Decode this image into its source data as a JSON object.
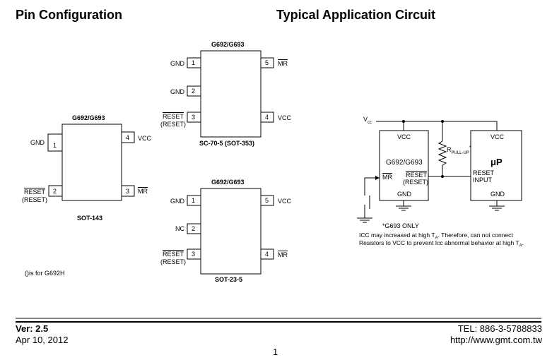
{
  "headings": {
    "pin": "Pin Configuration",
    "app": "Typical Application Circuit"
  },
  "sot143": {
    "title": "G692/G693",
    "pin1": {
      "num": "1",
      "name": "GND"
    },
    "pin2": {
      "num": "2",
      "name": "RESET",
      "alt": "(RESET)"
    },
    "pin3": {
      "num": "3",
      "name": "MR"
    },
    "pin4": {
      "num": "4",
      "name": "VCC"
    },
    "pkg": "SOT-143",
    "note": "()is for G692H"
  },
  "sc70": {
    "title": "G692/G693",
    "pin1": {
      "num": "1",
      "name": "GND"
    },
    "pin2": {
      "num": "2",
      "name": "GND"
    },
    "pin3": {
      "num": "3",
      "name": "RESET",
      "alt": "(RESET)"
    },
    "pin4": {
      "num": "4",
      "name": "VCC"
    },
    "pin5": {
      "num": "5",
      "name": "MR"
    },
    "pkg": "SC-70-5 (SOT-353)"
  },
  "sot23": {
    "title": "G692/G693",
    "pin1": {
      "num": "1",
      "name": "GND"
    },
    "pin2": {
      "num": "2",
      "name": "NC"
    },
    "pin3": {
      "num": "3",
      "name": "RESET",
      "alt": "(RESET)"
    },
    "pin4": {
      "num": "4",
      "name": "MR"
    },
    "pin5": {
      "num": "5",
      "name": "VCC"
    },
    "pkg": "SOT-23-5"
  },
  "circuit": {
    "vcc_main": "V",
    "vcc_main_sub": "cc",
    "ic_vcc": "VCC",
    "ic_name": "G692/G693",
    "ic_mr": "MR",
    "ic_reset": "RESET",
    "ic_reset_alt": "(RESET)",
    "ic_gnd": "GND",
    "pullup": "R",
    "pullup_sub": "PULL-UP",
    "pullup_star": "*",
    "up_vcc": "VCC",
    "up_name": "μP",
    "up_reset": "RESET",
    "up_input": "INPUT",
    "up_gnd": "GND",
    "star_note": "*G693 ONLY",
    "note_line1": "ICC may increased at high T",
    "note_line1_sub": "A",
    "note_line1_end": ". Therefore, can not connect",
    "note_line2": "Resistors to VCC to prevent Icc abnormal behavior at high T",
    "note_line2_sub": "A",
    "note_line2_end": "."
  },
  "footer": {
    "ver": "Ver: 2.5",
    "date": "Apr 10, 2012",
    "page": "1",
    "tel": "TEL: 886-3-5788833",
    "url": "http://www.gmt.com.tw"
  }
}
